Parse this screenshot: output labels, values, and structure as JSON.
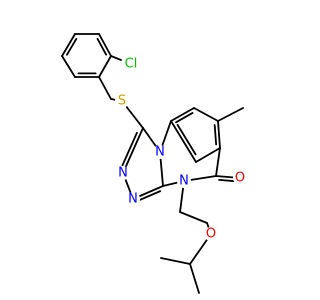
{
  "colors": {
    "background": "#ffffff",
    "bond": "#000000",
    "carbon": "#000000",
    "nitrogen": "#0000ff",
    "oxygen": "#ff0000",
    "sulfur": "#c8a200",
    "chlorine": "#00c000"
  },
  "atom_labels": {
    "chlorine": "Cl",
    "sulfur": "S",
    "triazole_n1": "N",
    "triazole_n2": "N",
    "fused_n": "N",
    "ring_n4": "N",
    "carbonyl_o": "O",
    "ether_o": "O"
  }
}
